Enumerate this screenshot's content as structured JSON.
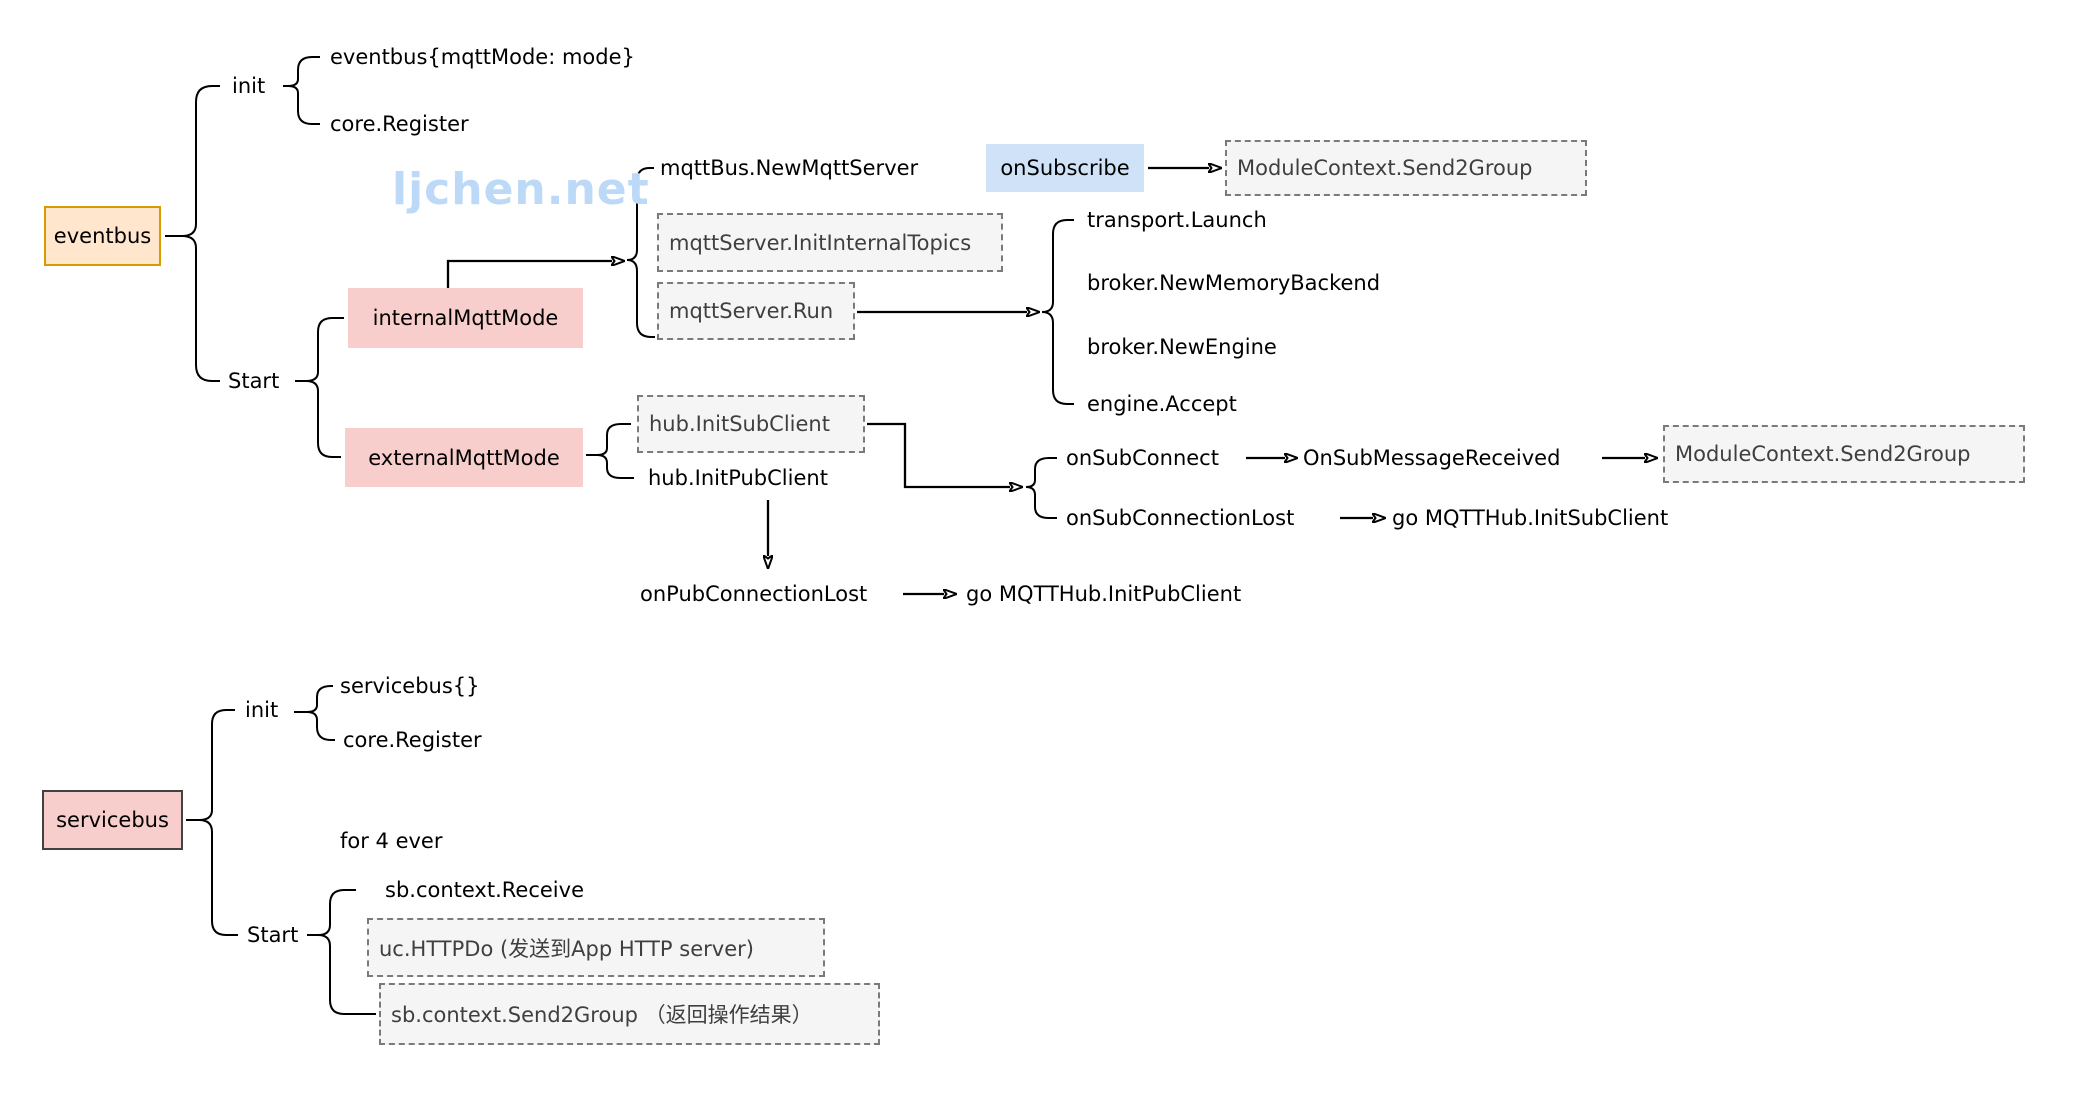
{
  "watermark": "ljchen.net",
  "colors": {
    "root_orange_fill": "#ffe6cc",
    "root_orange_border": "#d79b00",
    "mode_pink_fill": "#f8cecc",
    "servicebus_border": "#424242",
    "callback_blue_fill": "#cfe2f7",
    "dashed_fill": "#f5f5f5",
    "dashed_border": "#7a7a7a",
    "watermark": "#bcd9f8"
  },
  "eventbus": {
    "root": "eventbus",
    "init": {
      "label": "init",
      "children": [
        "eventbus{mqttMode: mode}",
        "core.Register"
      ]
    },
    "start": {
      "label": "Start",
      "internal": {
        "label": "internalMqttMode",
        "children": {
          "new_mqtt_server": "mqttBus.NewMqttServer",
          "init_internal_topics": "mqttServer.InitInternalTopics",
          "run": "mqttServer.Run"
        },
        "on_subscribe": "onSubscribe",
        "send2group": "ModuleContext.Send2Group",
        "run_children": [
          "transport.Launch",
          "broker.NewMemoryBackend",
          "broker.NewEngine",
          "engine.Accept"
        ]
      },
      "external": {
        "label": "externalMqttMode",
        "init_sub_client": "hub.InitSubClient",
        "init_pub_client": "hub.InitPubClient",
        "on_sub_connect": "onSubConnect",
        "on_sub_message_received": "OnSubMessageReceived",
        "send2group": "ModuleContext.Send2Group",
        "on_sub_connection_lost": "onSubConnectionLost",
        "go_init_sub_client": "go MQTTHub.InitSubClient",
        "on_pub_connection_lost": "onPubConnectionLost",
        "go_init_pub_client": "go MQTTHub.InitPubClient"
      }
    }
  },
  "servicebus": {
    "root": "servicebus",
    "init": {
      "label": "init",
      "children": [
        "servicebus{}",
        "core.Register"
      ]
    },
    "start": {
      "label": "Start",
      "loop": "for 4 ever",
      "receive": "sb.context.Receive",
      "http_do": "uc.HTTPDo (发送到App HTTP server)",
      "send2group": "sb.context.Send2Group （返回操作结果）"
    }
  }
}
